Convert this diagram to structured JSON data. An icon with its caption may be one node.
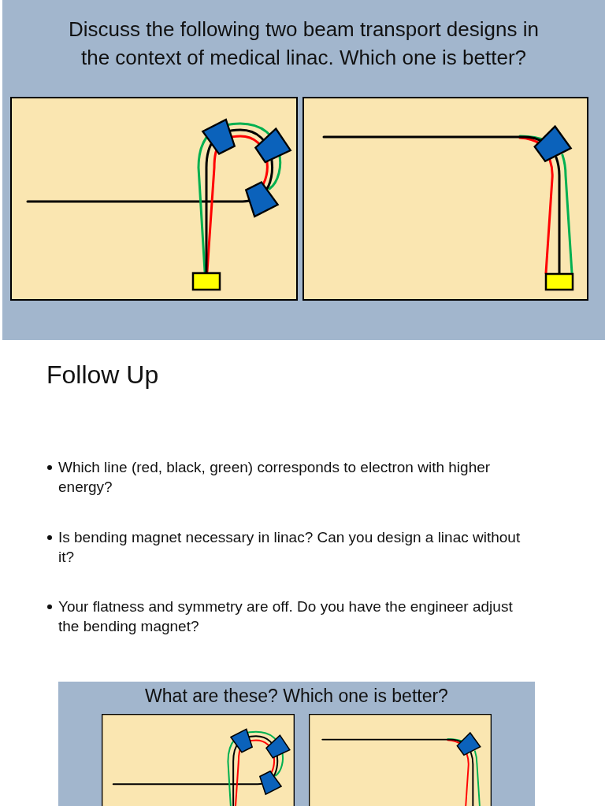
{
  "diagram": {
    "title": "Discuss the following two beam transport designs in the context of medical linac. Which one is better?",
    "labels": [
      "Follow Up",
      "Which line (red, black, green) corresponds to electron with higher energy?",
      "Is bending magnet necessary in linac? Can you design a linac without it?",
      "Your flatness and symmetry are off. Do you have the engineer adjust the bending magnet?",
      "What are these? Which one is better?"
    ]
  }
}
